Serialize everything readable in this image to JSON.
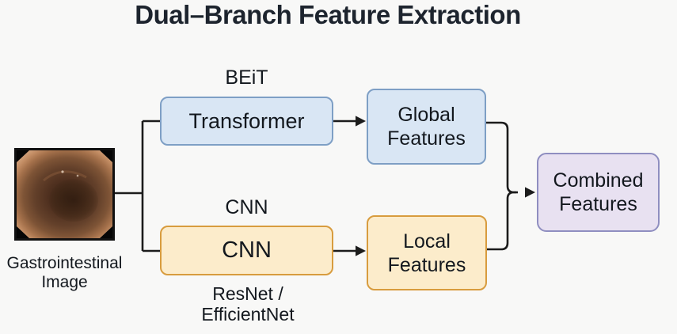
{
  "title": "Dual–Branch Feature Extraction",
  "diagram": {
    "input": {
      "photo": "endoscopy-lumen-photo",
      "caption_line1": "Gastrointestinal",
      "caption_line2": "Image"
    },
    "top_branch": {
      "annotation_above": "BEiT",
      "node_label": "Transformer",
      "output_line1": "Global",
      "output_line2": "Features"
    },
    "bottom_branch": {
      "annotation_above": "CNN",
      "node_label": "CNN",
      "annotation_below_line1": "ResNet /",
      "annotation_below_line2": "EfficientNet",
      "output_line1": "Local",
      "output_line2": "Features"
    },
    "merge": {
      "node_line1": "Combined",
      "node_line2": "Features"
    }
  },
  "colors": {
    "background": "#f8f8f7",
    "blue_fill": "#d9e6f4",
    "blue_border": "#7e9fc5",
    "orange_fill": "#fceccb",
    "orange_border": "#d89c3e",
    "purple_fill": "#e8e1f1",
    "purple_border": "#8f8ec0",
    "line": "#1c1c1c",
    "text": "#13181e",
    "title": "#1d242e"
  }
}
